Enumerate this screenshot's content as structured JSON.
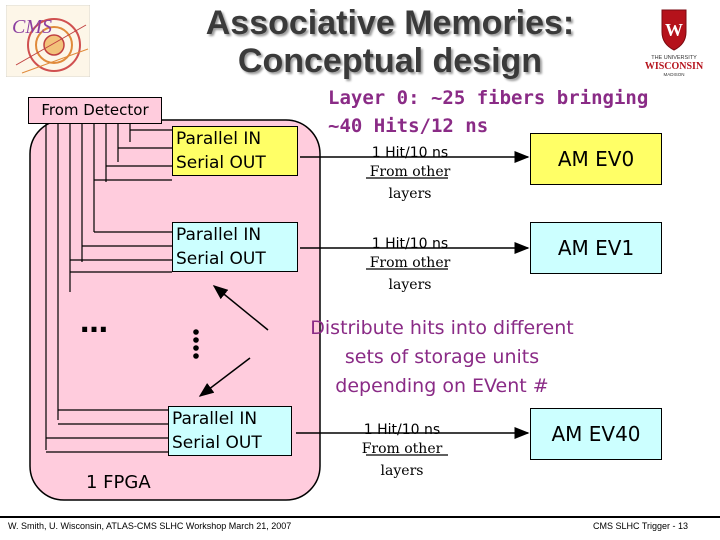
{
  "title": {
    "line1": "Associative Memories:",
    "line2": "Conceptual design"
  },
  "logos": {
    "left": "CMS",
    "right_line1": "THE UNIVERSITY",
    "right_line2": "WISCONSIN",
    "right_line3": "MADISON"
  },
  "from_detector": "From Detector",
  "layer_note": {
    "line1": "Layer 0: ~25 fibers bringing",
    "line2": "~40 Hits/12 ns"
  },
  "piso_blocks": [
    {
      "line1": "Parallel IN",
      "line2": "Serial OUT"
    },
    {
      "line1": "Parallel IN",
      "line2": "Serial OUT"
    },
    {
      "line1": "Parallel IN",
      "line2": "Serial OUT"
    }
  ],
  "hit_labels": [
    {
      "rate": "1 Hit/10 ns",
      "from": "From other",
      "layers": "layers"
    },
    {
      "rate": "1 Hit/10 ns",
      "from": "From other",
      "layers": "layers"
    },
    {
      "rate": "1 Hit/10 ns",
      "from": "From other",
      "layers": "layers"
    }
  ],
  "am_blocks": [
    {
      "label": "AM EV0"
    },
    {
      "label": "AM EV1"
    },
    {
      "label": "AM EV40"
    }
  ],
  "ellipsis_h": "…",
  "distribute": {
    "line1": "Distribute hits into different",
    "line2": "sets of storage units",
    "line3": "depending on EVent #"
  },
  "fpga_label": "1 FPGA",
  "footer": {
    "left": "W. Smith, U. Wisconsin, ATLAS-CMS SLHC Workshop March 21, 2007",
    "right": "CMS SLHC Trigger - 13"
  },
  "colors": {
    "fpga_fill": "#ffccdd",
    "piso_first": "#ffff66",
    "piso_other": "#ccffff",
    "am_ev0": "#ffff66",
    "am_other": "#ccffff",
    "annotation": "#8a2b86",
    "uw_red": "#b5121b"
  }
}
